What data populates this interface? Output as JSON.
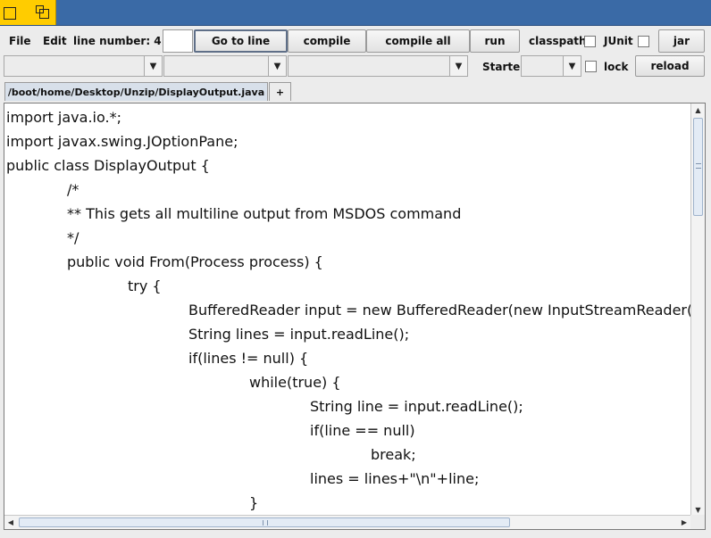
{
  "toolbar": {
    "menu_file": "File",
    "menu_edit": "Edit",
    "line_number_label": "line number: 4",
    "line_input_value": "",
    "go_to_line": "Go to line",
    "compile": "compile",
    "compile_all": "compile all",
    "run": "run",
    "classpath_label": "classpath:",
    "junit_label": "JUnit",
    "jar": "jar",
    "starter_label": "Starter:",
    "lock_label": "lock",
    "reload": "reload"
  },
  "combos": [
    "",
    "",
    "",
    ""
  ],
  "tabs": [
    {
      "label": "/boot/home/Desktop/Unzip/DisplayOutput.java",
      "active": true
    },
    {
      "label": "+",
      "active": false
    }
  ],
  "code_lines": [
    {
      "indent": 0,
      "text": "import java.io.*;"
    },
    {
      "indent": 0,
      "text": "import javax.swing.JOptionPane;"
    },
    {
      "indent": 0,
      "text": "public class DisplayOutput {"
    },
    {
      "indent": 1,
      "text": "/*"
    },
    {
      "indent": 1,
      "text": "** This gets all multiline output from MSDOS command"
    },
    {
      "indent": 1,
      "text": "*/"
    },
    {
      "indent": 1,
      "text": "public void From(Process process) {"
    },
    {
      "indent": 2,
      "text": "try {"
    },
    {
      "indent": 3,
      "text": "BufferedReader input = new BufferedReader(new InputStreamReader(process.getInputStream()));"
    },
    {
      "indent": 3,
      "text": "String lines = input.readLine();"
    },
    {
      "indent": 3,
      "text": "if(lines != null) {"
    },
    {
      "indent": 4,
      "text": "while(true) {"
    },
    {
      "indent": 5,
      "text": "String line = input.readLine();"
    },
    {
      "indent": 5,
      "text": "if(line == null)"
    },
    {
      "indent": 6,
      "text": "break;"
    },
    {
      "indent": 5,
      "text": "lines = lines+\"\\n\"+line;"
    },
    {
      "indent": 4,
      "text": "}"
    }
  ],
  "colors": {
    "titlebar": "#3a6aa6",
    "window_tab": "#ffcc00",
    "active_tab": "#d8e0ea"
  }
}
